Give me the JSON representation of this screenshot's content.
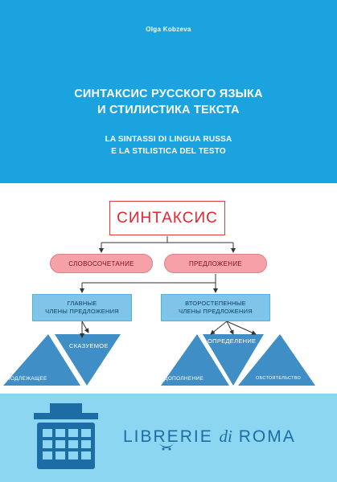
{
  "cover": {
    "author": "Olga Kobzeva",
    "title_ru_line1": "СИНТАКСИС РУССКОГО ЯЗЫКА",
    "title_ru_line2": "И СТИЛИСТИКА ТЕКСТА",
    "title_it_line1": "LA SINTASSI DI LINGUA RUSSA",
    "title_it_line2": "E LA STILISTICA DEL TESTO"
  },
  "diagram": {
    "root": "СИНТАКСИС",
    "left_node": "СЛОВОСОЧЕТАНИЕ",
    "right_node": "ПРЕДЛОЖЕНИЕ",
    "main_members_line1": "ГЛАВНЫЕ",
    "main_members_line2": "ЧЛЕНЫ ПРЕДЛОЖЕНИЯ",
    "secondary_members_line1": "ВТОРОСТЕПЕННЫЕ",
    "secondary_members_line2": "ЧЛЕНЫ ПРЕДЛОЖЕНИЯ",
    "subject": "ПОДЛЕЖАЩЕЕ",
    "predicate": "СКАЗУЕМОЕ",
    "attribute": "ОПРЕДЕЛЕНИЕ",
    "object": "ДОПОЛНЕНИЕ",
    "adverbial": "ОБСТОЯТЕЛЬСТВО"
  },
  "footer": {
    "brand_main": "LIBRERIE",
    "brand_di": "di",
    "brand_city": "ROMA"
  },
  "colors": {
    "header_bg": "#1aa3df",
    "footer_bg": "#8dd6f1",
    "root_red": "#e3262e",
    "pill_pink": "#f6a1a7",
    "box_blue": "#7fc5ea",
    "triangle_blue": "#3f8fc6",
    "brand_blue": "#1c6ca5"
  }
}
